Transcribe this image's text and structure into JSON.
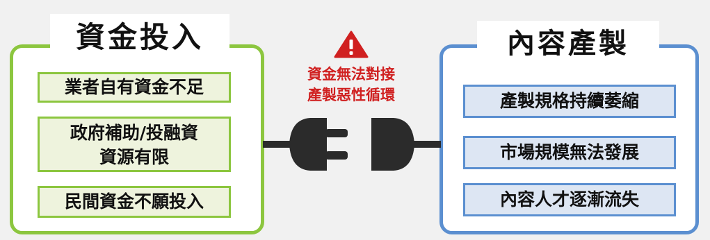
{
  "left": {
    "title": "資金投入",
    "items": [
      {
        "lines": [
          "業者自有資金不足"
        ]
      },
      {
        "lines": [
          "政府補助/投融資",
          "資源有限"
        ]
      },
      {
        "lines": [
          "民間資金不願投入"
        ]
      }
    ]
  },
  "right": {
    "title": "內容產製",
    "items": [
      {
        "lines": [
          "產製規格持續萎縮"
        ]
      },
      {
        "lines": [
          "市場規模無法發展"
        ]
      },
      {
        "lines": [
          "內容人才逐漸流失"
        ]
      }
    ]
  },
  "center": {
    "warning_icon": "warning-triangle-icon",
    "line1": "資金無法對接",
    "line2": "產製惡性循環",
    "plug_icon": "disconnected-plug-icon"
  },
  "colors": {
    "green": "#8cc63f",
    "blue": "#5b8fd0",
    "warning_red": "#d02020",
    "plug": "#2b2b2b"
  }
}
